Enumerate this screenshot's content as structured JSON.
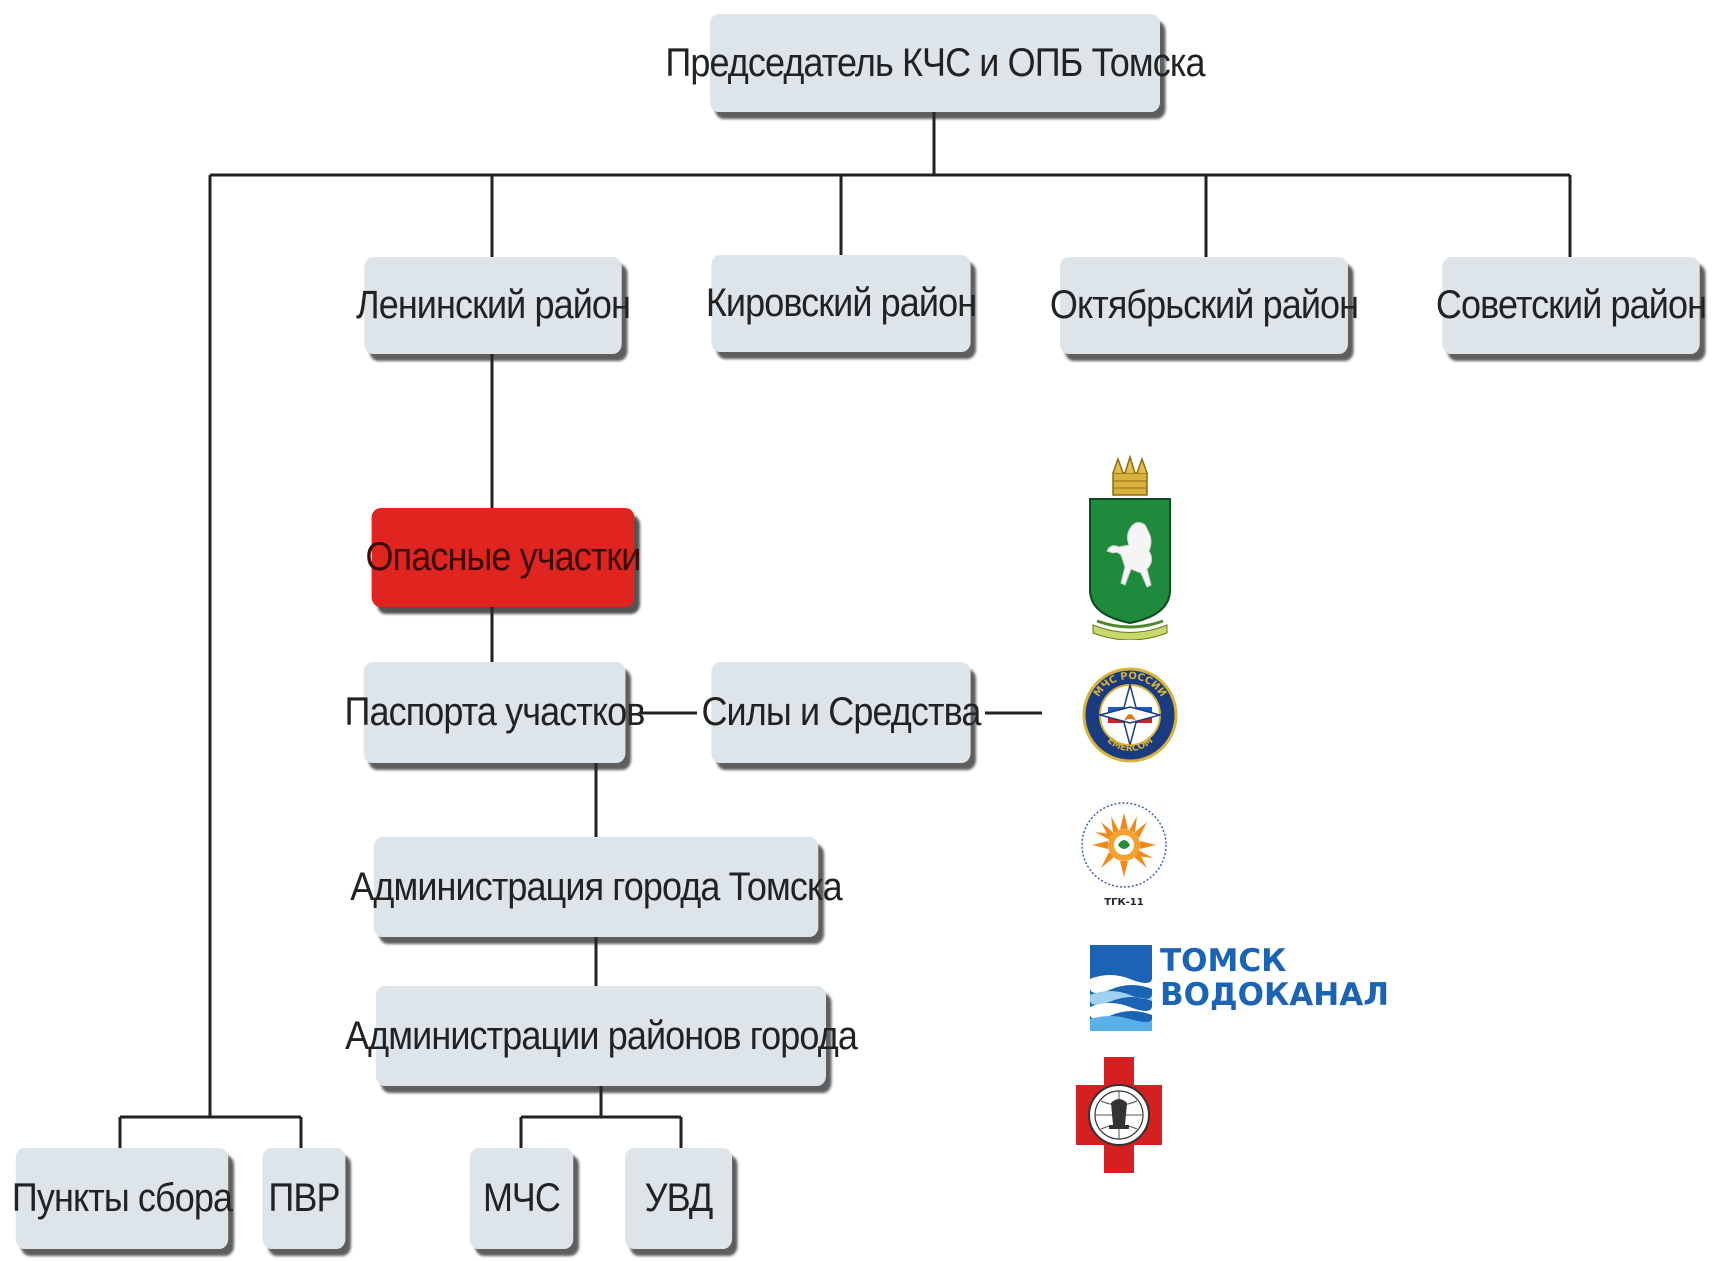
{
  "nodes": {
    "chairman": "Председатель КЧС и ОПБ Томска",
    "leninsky": "Ленинский район",
    "kirovsky": "Кировский район",
    "oktyabrsky": "Октябрьский район",
    "sovetsky": "Советский район",
    "dangerous": "Опасные участки",
    "passports": "Паспорта участков",
    "forces": "Силы и Средства",
    "city_admin": "Администрация города Томска",
    "district_admins": "Администрации районов города",
    "assembly_points": "Пункты сбора",
    "pvr": "ПВР",
    "mchs": "МЧС",
    "uvd": "УВД"
  },
  "logos": {
    "tomsk_coat_of_arms": "tomsk-coat-of-arms-icon",
    "mchs_emblem": "mchs-emblem-icon",
    "tgk_logo": "tgk-11-logo-icon",
    "vodokanal_logo": "tomsk-vodokanal-logo-icon",
    "red_cross_logo": "red-cross-logo-icon",
    "mchs_ring_text": "МЧС РОССИИ",
    "emercom_text": "EMERCOM",
    "tgk_text": "ТГК-11",
    "vodokanal_line1": "ТОМСК",
    "vodokanal_line2": "ВОДОКАНАЛ"
  },
  "colors": {
    "box": "#dde5ea",
    "highlight": "#e02420",
    "line": "#222222",
    "vodokanal_blue": "#1b63b4"
  }
}
